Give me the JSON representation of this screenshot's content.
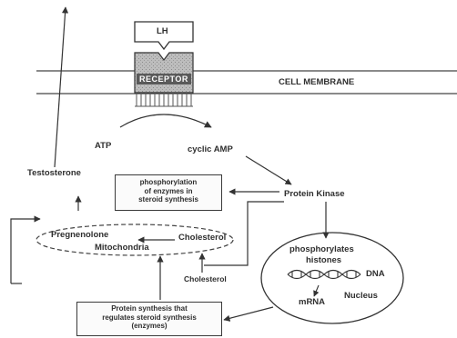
{
  "lh": "LH",
  "receptor": "RECEPTOR",
  "cell_membrane": "CELL MEMBRANE",
  "atp": "ATP",
  "cyclic_amp": "cyclic AMP",
  "testosterone": "Testosterone",
  "phosphorylation_box": [
    "phosphorylation",
    "of enzymes in",
    "steroid synthesis"
  ],
  "protein_kinase": "Protein Kinase",
  "pregnenolone": "Pregnenolone",
  "mitochondria": "Mitochondria",
  "cholesterol_inside": "Cholesterol",
  "cholesterol_outside": "Cholesterol",
  "phosphorylates": "phosphorylates",
  "histones": "histones",
  "dna": "DNA",
  "mrna": "mRNA",
  "nucleus": "Nucleus",
  "protein_synthesis_box": [
    "Protein synthesis that",
    "regulates steroid synthesis",
    "(enzymes)"
  ]
}
